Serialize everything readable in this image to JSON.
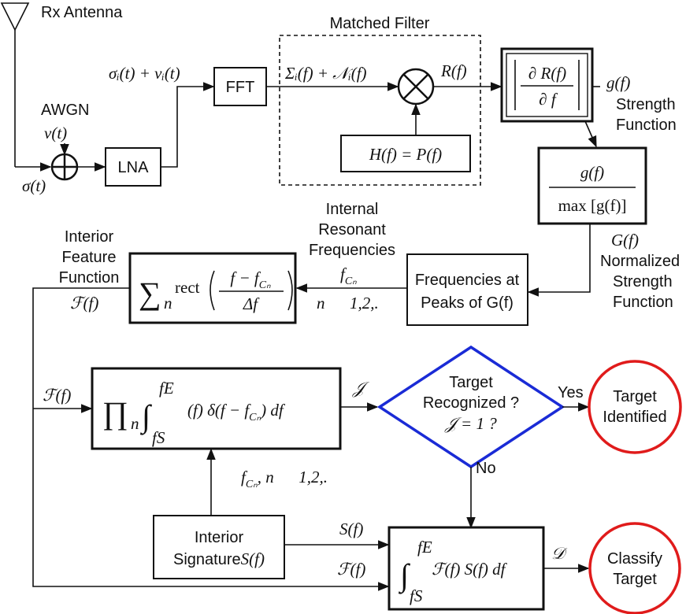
{
  "labels": {
    "rx_antenna": "Rx Antenna",
    "matched_filter": "Matched Filter",
    "awgn": "AWGN",
    "nu_t": "ν(t)",
    "sigma_t": "σ(t)",
    "lna": "LNA",
    "fft": "FFT",
    "fft_input": "σᵢ(t) + νᵢ(t)",
    "mf_input": "Σᵢ(f) + 𝒩ᵢ(f)",
    "r_f": "R(f)",
    "h_f": "H(f) = P(f)",
    "g_f": "g(f)",
    "strength_function_1": "Strength",
    "strength_function_2": "Function",
    "G_f": "G(f)",
    "normalized_1": "Normalized",
    "normalized_2": "Strength",
    "normalized_3": "Function",
    "internal_1": "Internal",
    "internal_2": "Resonant",
    "internal_3": "Frequencies",
    "fcn": "f",
    "fcn_sub": "Cₙ",
    "n_range": "n      1,2,.",
    "peaks_1": "Frequencies at",
    "peaks_2": "Peaks of G(f)",
    "interior_1": "Interior",
    "interior_2": "Feature",
    "interior_3": "Function",
    "F_f": "ℱ(f)",
    "F_f_2": "ℱ(f)",
    "F_f_3": "ℱ(f)",
    "J": "𝒥",
    "decision_1": "Target",
    "decision_2": "Recognized ?",
    "decision_3": "𝒥 = 1 ?",
    "yes": "Yes",
    "no": "No",
    "identified_1": "Target",
    "identified_2": "Identified",
    "fcn_list": "f",
    "fcn_list_sub": "Cₙ",
    "fcn_list_rest": ", n      1,2,.",
    "signature_1": "Interior",
    "signature_2": "Signature",
    "signature_math": "S(f)",
    "S_f": "S(f)",
    "D": "𝒟",
    "classify_1": "Classify",
    "classify_2": "Target"
  },
  "formulas": {
    "deriv_num": "∂ R(f)",
    "deriv_den": "∂ f",
    "norm_num": "g(f)",
    "norm_den": "max [g(f)]",
    "sum_sym": "∑",
    "sum_sub": "n",
    "rect": "rect",
    "rect_num": "f − f",
    "rect_num_sub": "Cₙ",
    "rect_den": "Δf",
    "prod_sym": "∏",
    "prod_sub": "n",
    "int_sym": "∫",
    "int_upper": "fE",
    "int_lower": "fS",
    "prod_body": "(f) δ(f − f",
    "prod_body_sub": "Cₙ",
    "prod_body_end": ") df",
    "class_body": "ℱ(f) S(f) df"
  },
  "colors": {
    "decision_stroke": "#1a2bd6",
    "terminal_stroke": "#e01b1b"
  }
}
